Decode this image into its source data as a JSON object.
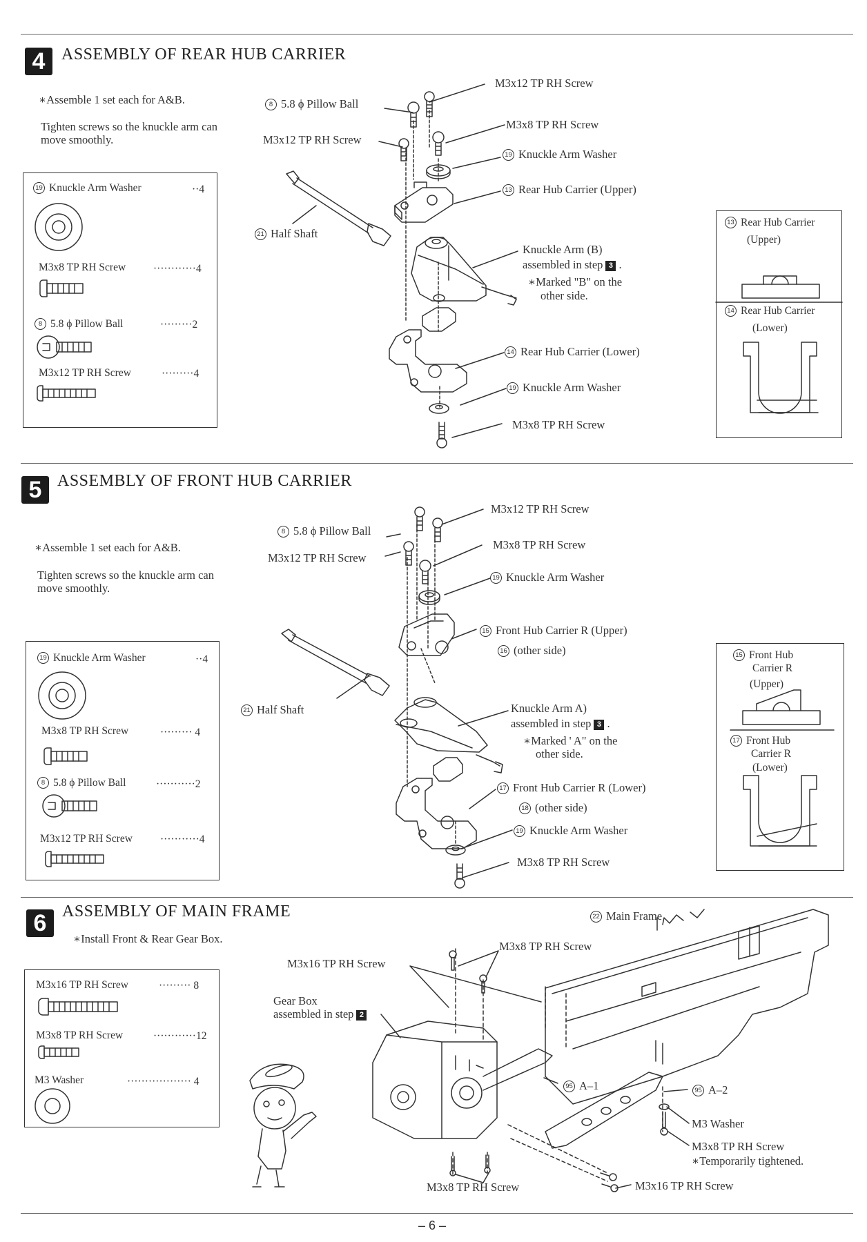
{
  "page_number": "– 6 –",
  "section4": {
    "number": "4",
    "title": "ASSEMBLY OF REAR HUB CARRIER",
    "note1": "∗Assemble 1 set each for A&B.",
    "note2": "Tighten screws so the knuckle arm can move smoothly.",
    "parts": [
      {
        "num": "19",
        "name": "Knuckle Arm Washer",
        "qty": "··4"
      },
      {
        "num": "",
        "name": "M3x8 TP RH Screw",
        "qty": "············4"
      },
      {
        "num": "8",
        "name": "5.8 ϕ Pillow Ball",
        "qty": "·········2"
      },
      {
        "num": "",
        "name": "M3x12 TP RH Screw",
        "qty": "·········4"
      }
    ],
    "callouts": {
      "screw_top": "M3x12 TP RH Screw",
      "pillow_ball_num": "8",
      "pillow_ball": "5.8 ϕ Pillow Ball",
      "screw_left": "M3x12 TP RH Screw",
      "screw_m3x8": "M3x8 TP RH Screw",
      "washer_num": "19",
      "washer": "Knuckle Arm Washer",
      "upper_num": "13",
      "upper": "Rear Hub Carrier (Upper)",
      "half_shaft_num": "21",
      "half_shaft": "Half Shaft",
      "knuckle1": "Knuckle Arm (B)",
      "knuckle2": "assembled in step",
      "knuckle_step": "3",
      "knuckle3": "∗Marked \"B\" on the",
      "knuckle4": "other side.",
      "lower_num": "14",
      "lower": "Rear Hub Carrier (Lower)",
      "washer2_num": "19",
      "washer2": "Knuckle Arm Washer",
      "screw_bottom": "M3x8 TP RH Screw"
    },
    "side": {
      "upper_num": "13",
      "upper1": "Rear Hub Carrier",
      "upper2": "(Upper)",
      "lower_num": "14",
      "lower1": "Rear Hub Carrier",
      "lower2": "(Lower)"
    }
  },
  "section5": {
    "number": "5",
    "title": "ASSEMBLY OF FRONT HUB CARRIER",
    "note1": "∗Assemble 1 set each for A&B.",
    "note2": "Tighten screws so the knuckle arm can move smoothly.",
    "parts": [
      {
        "num": "19",
        "name": "Knuckle Arm Washer",
        "qty": "··4"
      },
      {
        "num": "",
        "name": "M3x8 TP RH Screw",
        "qty": "········· 4"
      },
      {
        "num": "8",
        "name": "5.8 ϕ Pillow Ball",
        "qty": "···········2"
      },
      {
        "num": "",
        "name": "M3x12 TP RH Screw",
        "qty": "···········4"
      }
    ],
    "callouts": {
      "screw_top": "M3x12 TP RH Screw",
      "pillow_ball_num": "8",
      "pillow_ball": "5.8 ϕ Pillow Ball",
      "screw_left": "M3x12 TP RH Screw",
      "screw_m3x8": "M3x8 TP RH Screw",
      "washer_num": "19",
      "washer": "Knuckle Arm Washer",
      "upper_num": "15",
      "upper": "Front Hub Carrier  R (Upper)",
      "upper_alt_num": "16",
      "upper_alt": "(other side)",
      "half_shaft_num": "21",
      "half_shaft": "Half Shaft",
      "knuckle1": "Knuckle Arm  A)",
      "knuckle2": "assembled in step",
      "knuckle_step": "3",
      "knuckle3": "∗Marked ' A\" on the",
      "knuckle4": "other side.",
      "lower_num": "17",
      "lower": "Front Hub Carrier  R (Lower)",
      "lower_alt_num": "18",
      "lower_alt": "(other side)",
      "washer2_num": "19",
      "washer2": "Knuckle Arm Washer",
      "screw_bottom": "M3x8 TP RH Screw"
    },
    "side": {
      "upper_num": "15",
      "upper1": "Front Hub",
      "upper2": "Carrier R",
      "upper3": "(Upper)",
      "lower_num": "17",
      "lower1": "Front Hub",
      "lower2": "Carrier R",
      "lower3": "(Lower)"
    }
  },
  "section6": {
    "number": "6",
    "title": "ASSEMBLY OF MAIN FRAME",
    "note": "∗Install Front & Rear Gear Box.",
    "parts": [
      {
        "name": "M3x16 TP RH Screw",
        "qty": "········· 8"
      },
      {
        "name": "M3x8 TP RH Screw",
        "qty": "············12"
      },
      {
        "name": "M3 Washer",
        "qty": "·················· 4"
      }
    ],
    "callouts": {
      "main_frame_num": "22",
      "main_frame": "Main Frame",
      "m3x8_top": "M3x8 TP RH Screw",
      "m3x16_top": "M3x16 TP RH Screw",
      "gearbox1": "Gear Box",
      "gearbox2": "assembled in step",
      "gearbox_step": "2",
      "a1_num": "95",
      "a1": "A–1",
      "a2_num": "95",
      "a2": "A–2",
      "m3_washer": "M3 Washer",
      "m3x8_right": "M3x8 TP RH Screw",
      "temp": "∗Temporarily tightened.",
      "m3x8_bottom": "M3x8 TP RH Screw",
      "m3x16_bottom": "M3x16 TP RH Screw"
    }
  }
}
